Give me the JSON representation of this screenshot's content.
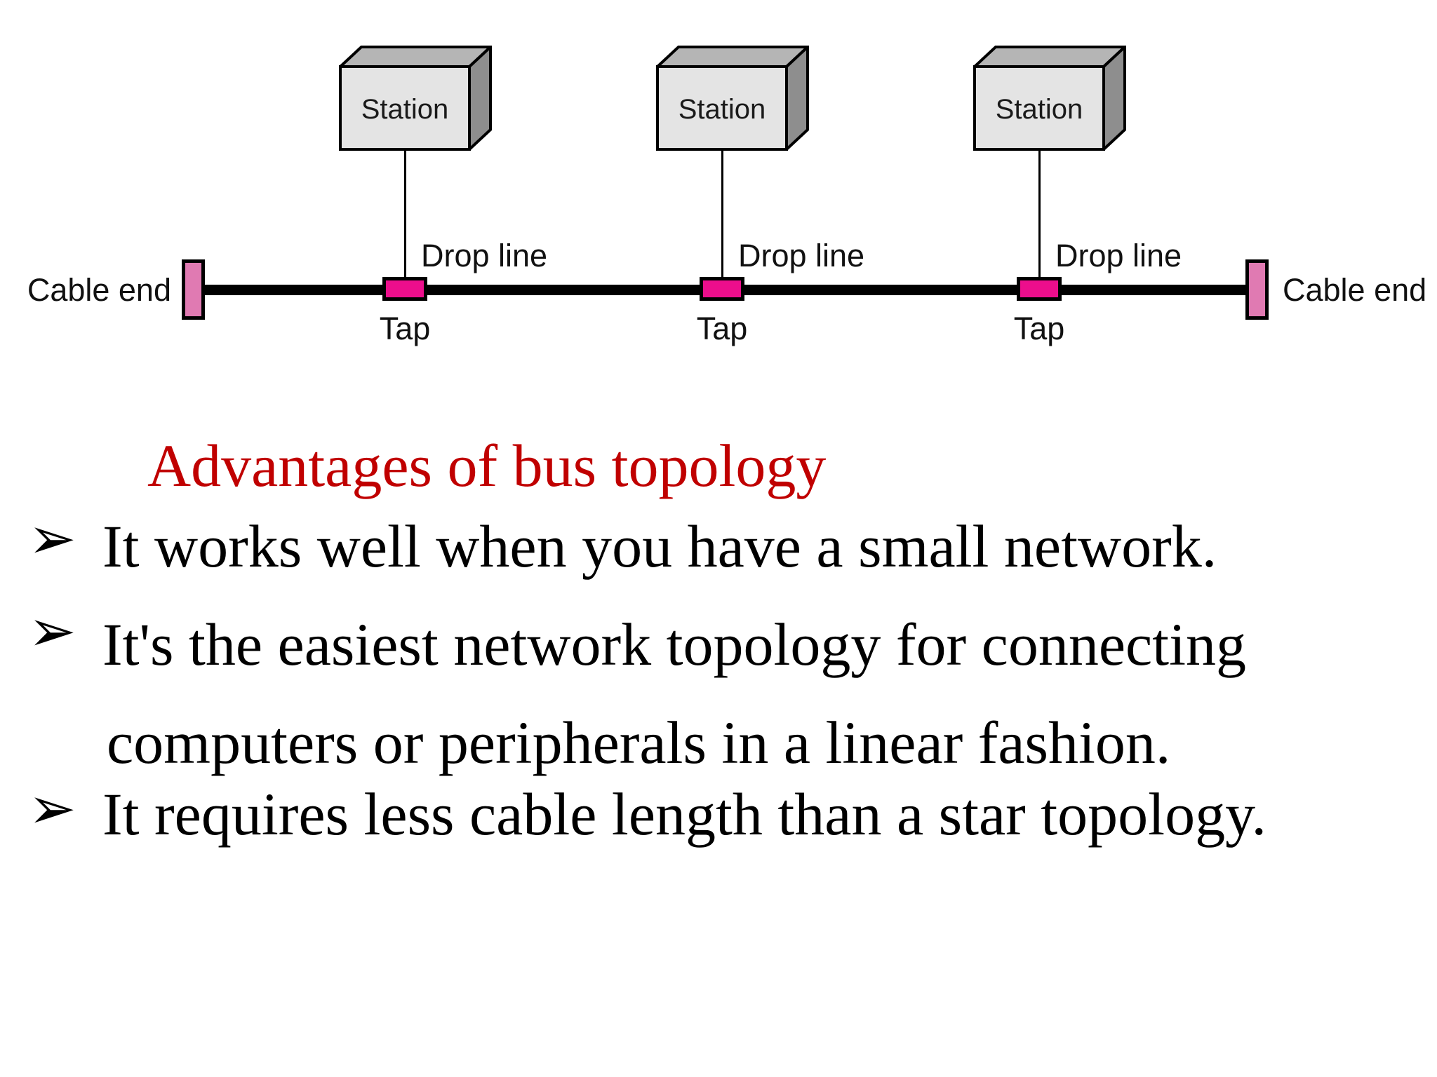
{
  "diagram": {
    "stations": [
      {
        "label": "Station"
      },
      {
        "label": "Station"
      },
      {
        "label": "Station"
      }
    ],
    "drop_line_labels": [
      "Drop line",
      "Drop line",
      "Drop line"
    ],
    "tap_labels": [
      "Tap",
      "Tap",
      "Tap"
    ],
    "cable_end_left": "Cable end",
    "cable_end_right": "Cable end",
    "colors": {
      "tap_fill": "#ec0e8c",
      "terminator_fill": "#e07ab2",
      "cable": "#000000",
      "station_front": "#e4e4e4",
      "station_top": "#b5b5b5",
      "station_side": "#8e8e8e",
      "background": "#ffffff"
    }
  },
  "content": {
    "title": "Advantages of bus topology",
    "title_color": "#c00000",
    "bullets": [
      {
        "marker": "➢",
        "lines": [
          "It works well when you have a small network."
        ]
      },
      {
        "marker": "➢",
        "lines": [
          "It's the easiest network topology for connecting",
          "computers or peripherals in a linear fashion."
        ]
      },
      {
        "marker": "➢",
        "lines": [
          "It requires less cable length than a star topology."
        ]
      }
    ]
  }
}
